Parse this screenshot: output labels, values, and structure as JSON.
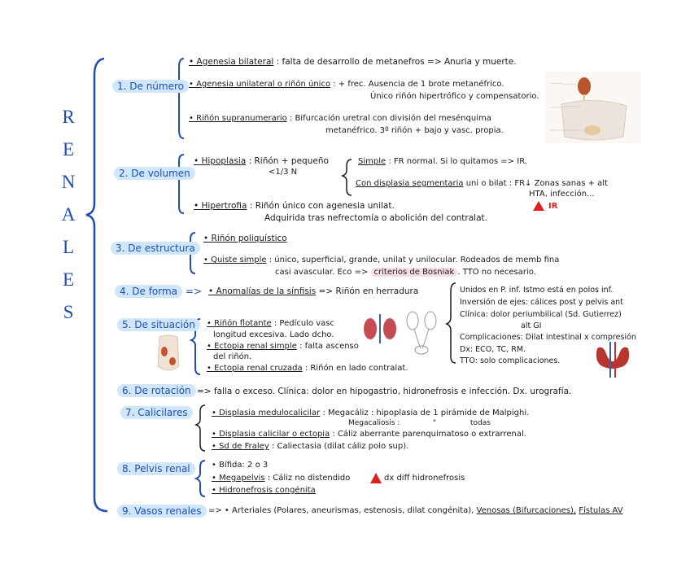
{
  "title": [
    "R",
    "E",
    "N",
    "A",
    "L",
    "E",
    "S"
  ],
  "s1": {
    "label": "1. De número",
    "i1a": "• Agenesia bilateral",
    "i1b": ": falta de desarrollo de metanefros  => Anuria y muerte.",
    "i2a": "• Agenesia unilateral o riñón único",
    "i2b": ": + frec. Ausencia de 1 brote metanéfrico.",
    "i2c": "Único riñón hipertrófico y compensatorio.",
    "i3a": "• Riñón supranumerario",
    "i3b": ": Bifurcación uretral con división del mesénquima",
    "i3c": "metanéfrico. 3º riñón + bajo y vasc. propia."
  },
  "s2": {
    "label": "2. De volumen",
    "i1a": "• Hipoplasia",
    "i1b": ": Riñón + pequeño",
    "i1c": "<1/3  N",
    "i1d": "Simple",
    "i1e": ": FR normal. Si lo quitamos => IR.",
    "i1f": "Con displasia segmentaria",
    "i1g": "uni o bilat : FR↓ Zonas sanas + alt",
    "i1h": "HTA, infección...",
    "i1i": "IR",
    "i2a": "• Hipertrofia",
    "i2b": ": Riñón único con agenesia unilat.",
    "i2c": "Adquirida tras nefrectomía o abolición del contralat."
  },
  "s3": {
    "label": "3. De estructura",
    "i1": "• Riñón poliquístico",
    "i2a": "• Quiste simple",
    "i2b": ": único, superficial, grande, unilat y unilocular. Rodeados de memb fina",
    "i2c": "casi avascular. Eco =>",
    "i2d": "criterios de Bosniak",
    "i2e": ". TTO no necesario."
  },
  "s4": {
    "label": "4. De forma",
    "arrow": "=>",
    "i1a": "• Anomalías de la sínfisis",
    "i1b": "=> Riñón en herradura",
    "notes": [
      "Unidos en P. inf. Istmo está en polos inf.",
      "Inversión de ejes: cálices post y pelvis ant",
      "Clínica: dolor periumbilical (Sd. Gutierrez)",
      "alt GI",
      "Complicaciones: Dilat intestinal x compresión",
      "Dx: ECO, TC, RM.",
      "TTO: solo complicaciones."
    ]
  },
  "s5": {
    "label": "5. De situación",
    "i1a": "• Riñón flotante",
    "i1b": ": Pedículo vasc",
    "i1c": "longitud excesiva. Lado dcho.",
    "i2a": "• Ectopia renal simple",
    "i2b": ": falta ascenso",
    "i2c": "del riñón.",
    "i3a": "• Ectopia renal cruzada",
    "i3b": ": Riñón en lado contralat."
  },
  "s6": {
    "label": "6. De rotación",
    "text": "=> falla o exceso. Clínica: dolor en hipogastrio, hidronefrosis e infección. Dx. urografía."
  },
  "s7": {
    "label": "7. Calicilares",
    "i1a": "• Displasia medulocalicilar",
    "i1b": ": Megacáliz : hipoplasia de 1 pirámide de Malpighi.",
    "i1c": "Megacaliosis :",
    "i1d": "\"",
    "i1e": "todas",
    "i2a": "• Displasia calicilar o ectopia",
    "i2b": ": Cáliz aberrante parenquimatoso o extrarrenal.",
    "i3a": "• Sd de Fraley",
    "i3b": ": Caliectasia (dilat cáliz polo sup)."
  },
  "s8": {
    "label": "8. Pelvis renal",
    "i1": "• Bífida: 2 o 3",
    "i2a": "• Megapelvis",
    "i2b": ": Cáliz no distendido",
    "i2c": "dx diff hidronefrosis",
    "i3": "• Hidronefrosis congénita"
  },
  "s9": {
    "label": "9. Vasos renales",
    "text1": "=> • Arteriales (Polares, aneurismas, estenosis, dilat congénita),",
    "text2": "Venosas (Bifurcaciones),",
    "text3": "Fístulas AV"
  },
  "colors": {
    "blue": "#1f4fb6",
    "highlight": "#cfe6fb",
    "pink": "#f7dde6",
    "warn": "#e02020"
  }
}
